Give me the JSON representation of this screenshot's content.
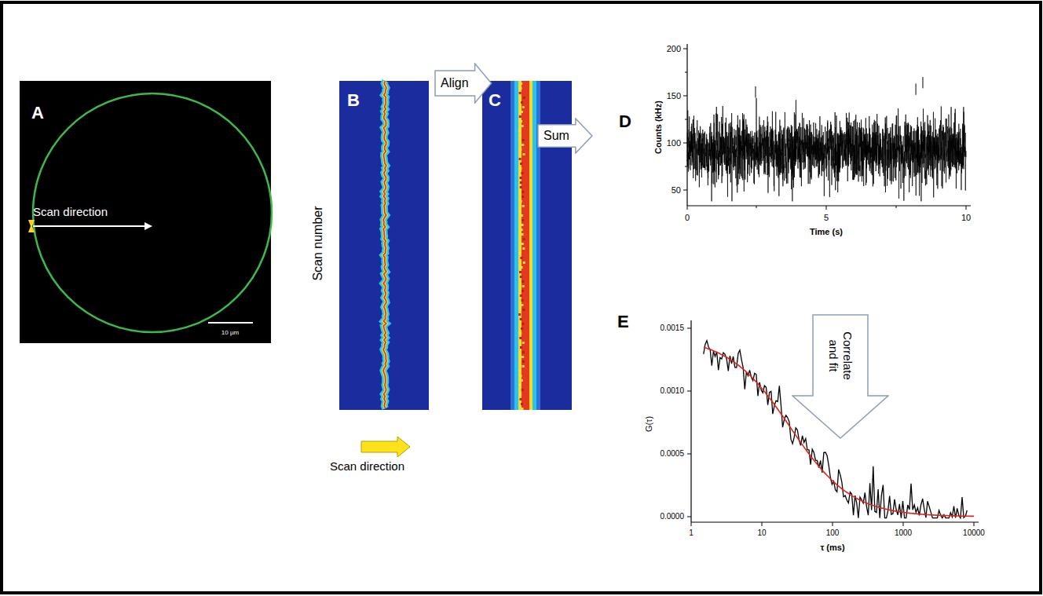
{
  "diagram": {
    "nodes": [
      {
        "text": [
          "Align"
        ]
      },
      {
        "text": [
          "Sum"
        ]
      },
      {
        "text": [
          "Correlate and fit"
        ]
      }
    ],
    "labels": [
      "A",
      "Scan direction",
      "10 µm",
      "B",
      "Scan number",
      "Scan direction",
      "C",
      "D",
      "200",
      "150",
      "100",
      "50",
      "0",
      "5",
      "10",
      "Counts (kHz)",
      "Time (s)",
      "E",
      "0.0015",
      "0.0010",
      "0.0005",
      "0.0000",
      "1",
      "10",
      "100",
      "1000",
      "10000",
      "G(τ)",
      "τ (ms)"
    ]
  }
}
